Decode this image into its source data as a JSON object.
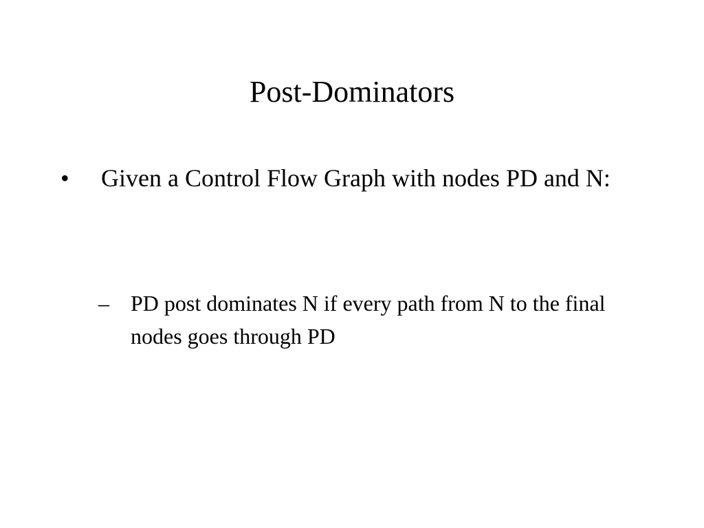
{
  "slide": {
    "title": "Post-Dominators",
    "bullets": [
      {
        "marker": "•",
        "text": "Given a Control Flow Graph with nodes PD and N:",
        "children": [
          {
            "marker": "–",
            "text": "PD post dominates N if every path from N to the final nodes goes through PD"
          }
        ]
      }
    ]
  }
}
